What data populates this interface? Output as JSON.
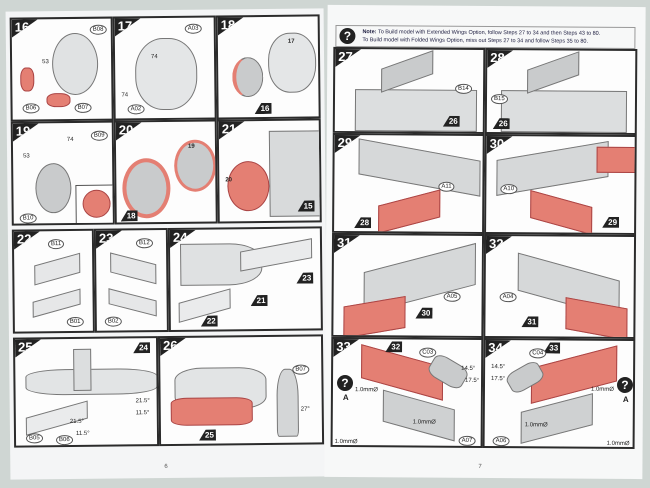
{
  "left_page": {
    "page_number": "6",
    "steps": [
      {
        "n": "16",
        "parts": [
          "B08",
          "B06",
          "B07"
        ],
        "dims": [
          "53"
        ]
      },
      {
        "n": "17",
        "parts": [
          "A03",
          "A02"
        ],
        "dims": [
          "74",
          "74"
        ]
      },
      {
        "n": "18",
        "parts": [
          "17"
        ],
        "ref": "16"
      },
      {
        "n": "19",
        "parts": [
          "B09",
          "B10"
        ],
        "dims": [
          "74",
          "53"
        ]
      },
      {
        "n": "20",
        "parts": [
          "19"
        ],
        "ref": "18"
      },
      {
        "n": "21",
        "parts": [
          "20"
        ],
        "ref": "15"
      },
      {
        "n": "22",
        "parts": [
          "B11",
          "B01"
        ]
      },
      {
        "n": "23",
        "parts": [
          "B12",
          "B02"
        ]
      },
      {
        "n": "24",
        "parts": [
          "23",
          "21",
          "22"
        ]
      },
      {
        "n": "25",
        "parts": [
          "24",
          "B05",
          "B06"
        ],
        "dims": [
          "21.5°",
          "11.5°",
          "21.5°",
          "11.5°"
        ]
      },
      {
        "n": "26",
        "parts": [
          "B07",
          "25"
        ],
        "dims": [
          "27°"
        ]
      }
    ]
  },
  "right_page": {
    "page_number": "7",
    "note": {
      "label": "Note:",
      "line1": "To Build model with Extended Wings Option, follow Steps 27 to 34 and then Steps 43 to 80.",
      "line2": "To Build model with Folded Wings Option, miss out Steps 27 to 34 and follow Steps 35 to 80."
    },
    "steps": [
      {
        "n": "27",
        "parts": [
          "B14",
          "26"
        ]
      },
      {
        "n": "28",
        "parts": [
          "B15",
          "26"
        ]
      },
      {
        "n": "29",
        "parts": [
          "A11",
          "28"
        ]
      },
      {
        "n": "30",
        "parts": [
          "A10",
          "29"
        ]
      },
      {
        "n": "31",
        "parts": [
          "A05",
          "30"
        ]
      },
      {
        "n": "32",
        "parts": [
          "A04",
          "31"
        ]
      },
      {
        "n": "33",
        "parts": [
          "C03",
          "A07",
          "32"
        ],
        "dims": [
          "14.5°",
          "17.5°",
          "1.0mmØ",
          "1.0mmØ",
          "1.0mmØ"
        ],
        "option": "A"
      },
      {
        "n": "34",
        "parts": [
          "C04",
          "A06",
          "33"
        ],
        "dims": [
          "14.5°",
          "17.5°",
          "1.0mmØ",
          "1.0mmØ",
          "1.0mmØ"
        ],
        "option": "A"
      }
    ]
  }
}
